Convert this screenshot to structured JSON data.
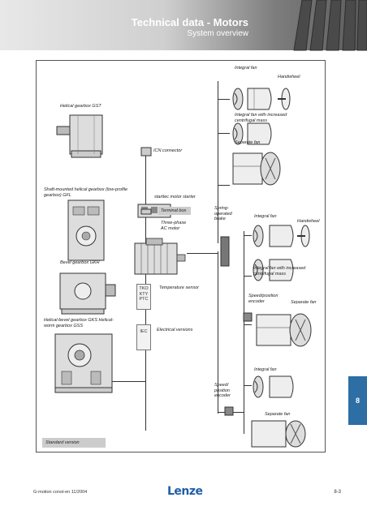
{
  "header": {
    "title": "Technical data - Motors",
    "subtitle": "System overview"
  },
  "labels": {
    "integral_fan_top": "Integral fan",
    "handwheel_top": "Handwheel",
    "integral_fan_mass_top": "Integral fan with increased centrifugal mass",
    "helical_gearbox": "Helical gearbox GST",
    "separate_fan_top": "Separate fan",
    "icn_connector": "ICN connector",
    "shaft_mounted": "Shaft-mounted helical gearbox (low-profile gearbox) GFL",
    "starttec": "starttec motor starter",
    "terminal_box": "Terminal box",
    "three_phase": "Three-phase AC motor",
    "spring_brake": "Spring-operated brake",
    "integral_fan_mid": "Integral fan",
    "handwheel_mid": "Handwheel",
    "bevel_gearbox": "Bevel gearbox GKR",
    "integral_fan_mass_mid": "Integral fan with increased centrifugal mass",
    "temp_sensor": "Temperature sensor",
    "temp_box": "TKO KTY PTC",
    "speed_encoder_mid": "Speed/position encoder",
    "separate_fan_mid": "Separate fan",
    "helical_bevel": "Helical-bevel gearbox GKS Helical-worm gearbox GSS",
    "iec": "IEC",
    "electrical_versions": "Electrical versions",
    "integral_fan_bottom": "Integral fan",
    "speed_encoder_bottom": "Speed/ position encoder",
    "separate_fan_bottom": "Separate fan",
    "standard_version": "Standard version"
  },
  "tab": {
    "number": "8"
  },
  "footer": {
    "left": "G-motion const-en 11/2004",
    "logo": "Lenze",
    "page": "8-3"
  },
  "colors": {
    "tab_blue": "#2d6ea4",
    "logo_blue": "#1f5ea8",
    "standard_grey": "#cccccc"
  }
}
